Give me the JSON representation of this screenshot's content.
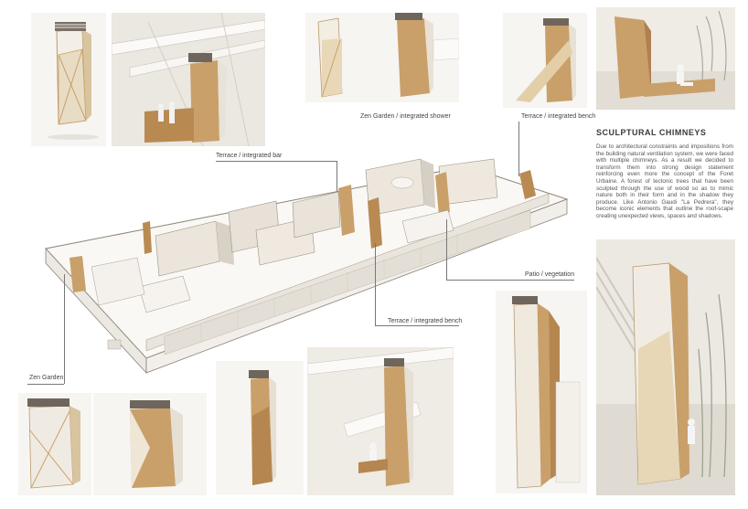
{
  "title": "SCULPTURAL CHIMNEYS",
  "description": "Due to architectural constraints and impositions from the building natural ventilation system, we were faced with multiple chimneys. As a result we decided to transform them into strong design statement reinforcing even more the concept of the Foret Urbaine. A forest of tectonic trees that have been sculpted through the use of wood so as to mimic nature both in their form and in the shadow they produce. Like Antonio Gaudi \"La Pedrera\", they become iconic elements that outline the roof-scape creating unexpected views, spaces and shadows.",
  "labels": {
    "zen_shower": "Zen Garden / integrated shower",
    "terrace_bench_top": "Terrace / integrated bench",
    "terrace_bar": "Terrace / integrated bar",
    "patio": "Patio / vegetation",
    "terrace_bench_mid": "Terrace / integrated bench",
    "zen_garden": "Zen Garden"
  },
  "colors": {
    "wood": "#c9a06a",
    "wood_dark": "#a77c46",
    "panel": "#f3f1ee",
    "glass": "#ece8e2",
    "line": "#8a8278"
  }
}
